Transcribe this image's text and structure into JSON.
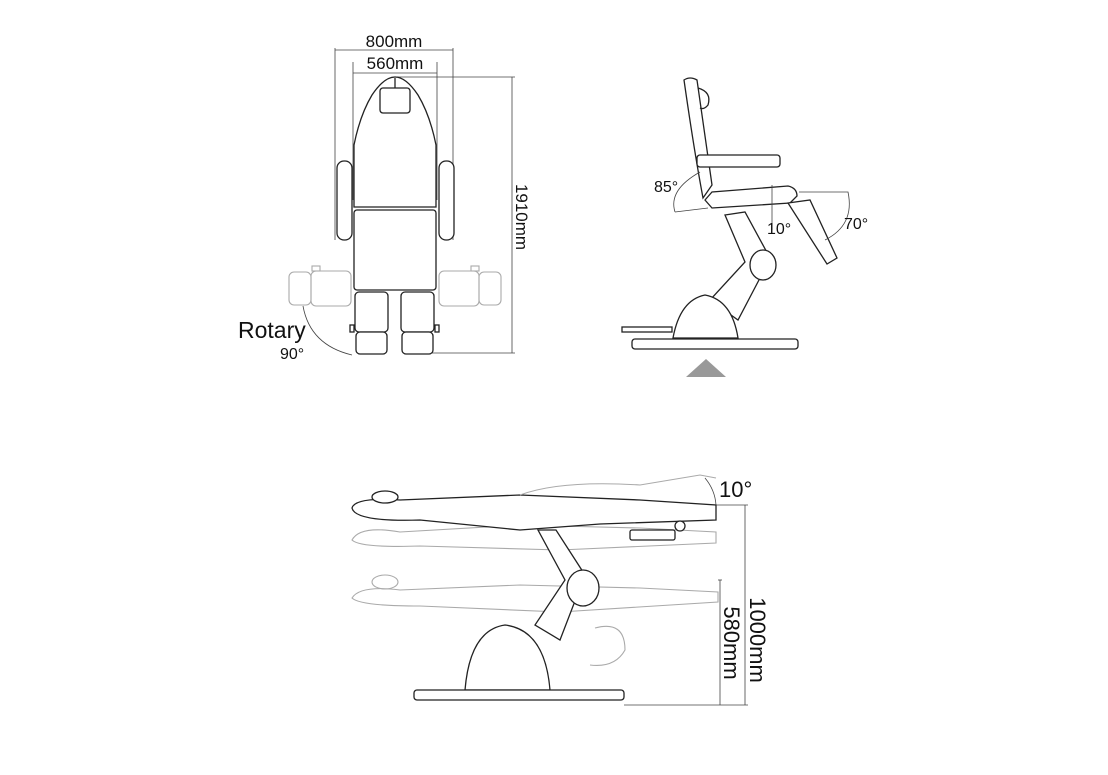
{
  "top_view": {
    "width_outer": "800mm",
    "width_inner": "560mm",
    "length": "1910mm",
    "rotary_label": "Rotary",
    "rotary_angle": "90°"
  },
  "side_view": {
    "backrest_angle": "85°",
    "seat_angle": "10°",
    "legrest_angle": "70°"
  },
  "height_view": {
    "tilt_angle": "10°",
    "max_height": "1000mm",
    "min_height": "580mm"
  },
  "colors": {
    "line": "#222222",
    "ghost": "#aaaaaa",
    "arrow": "#999999"
  }
}
